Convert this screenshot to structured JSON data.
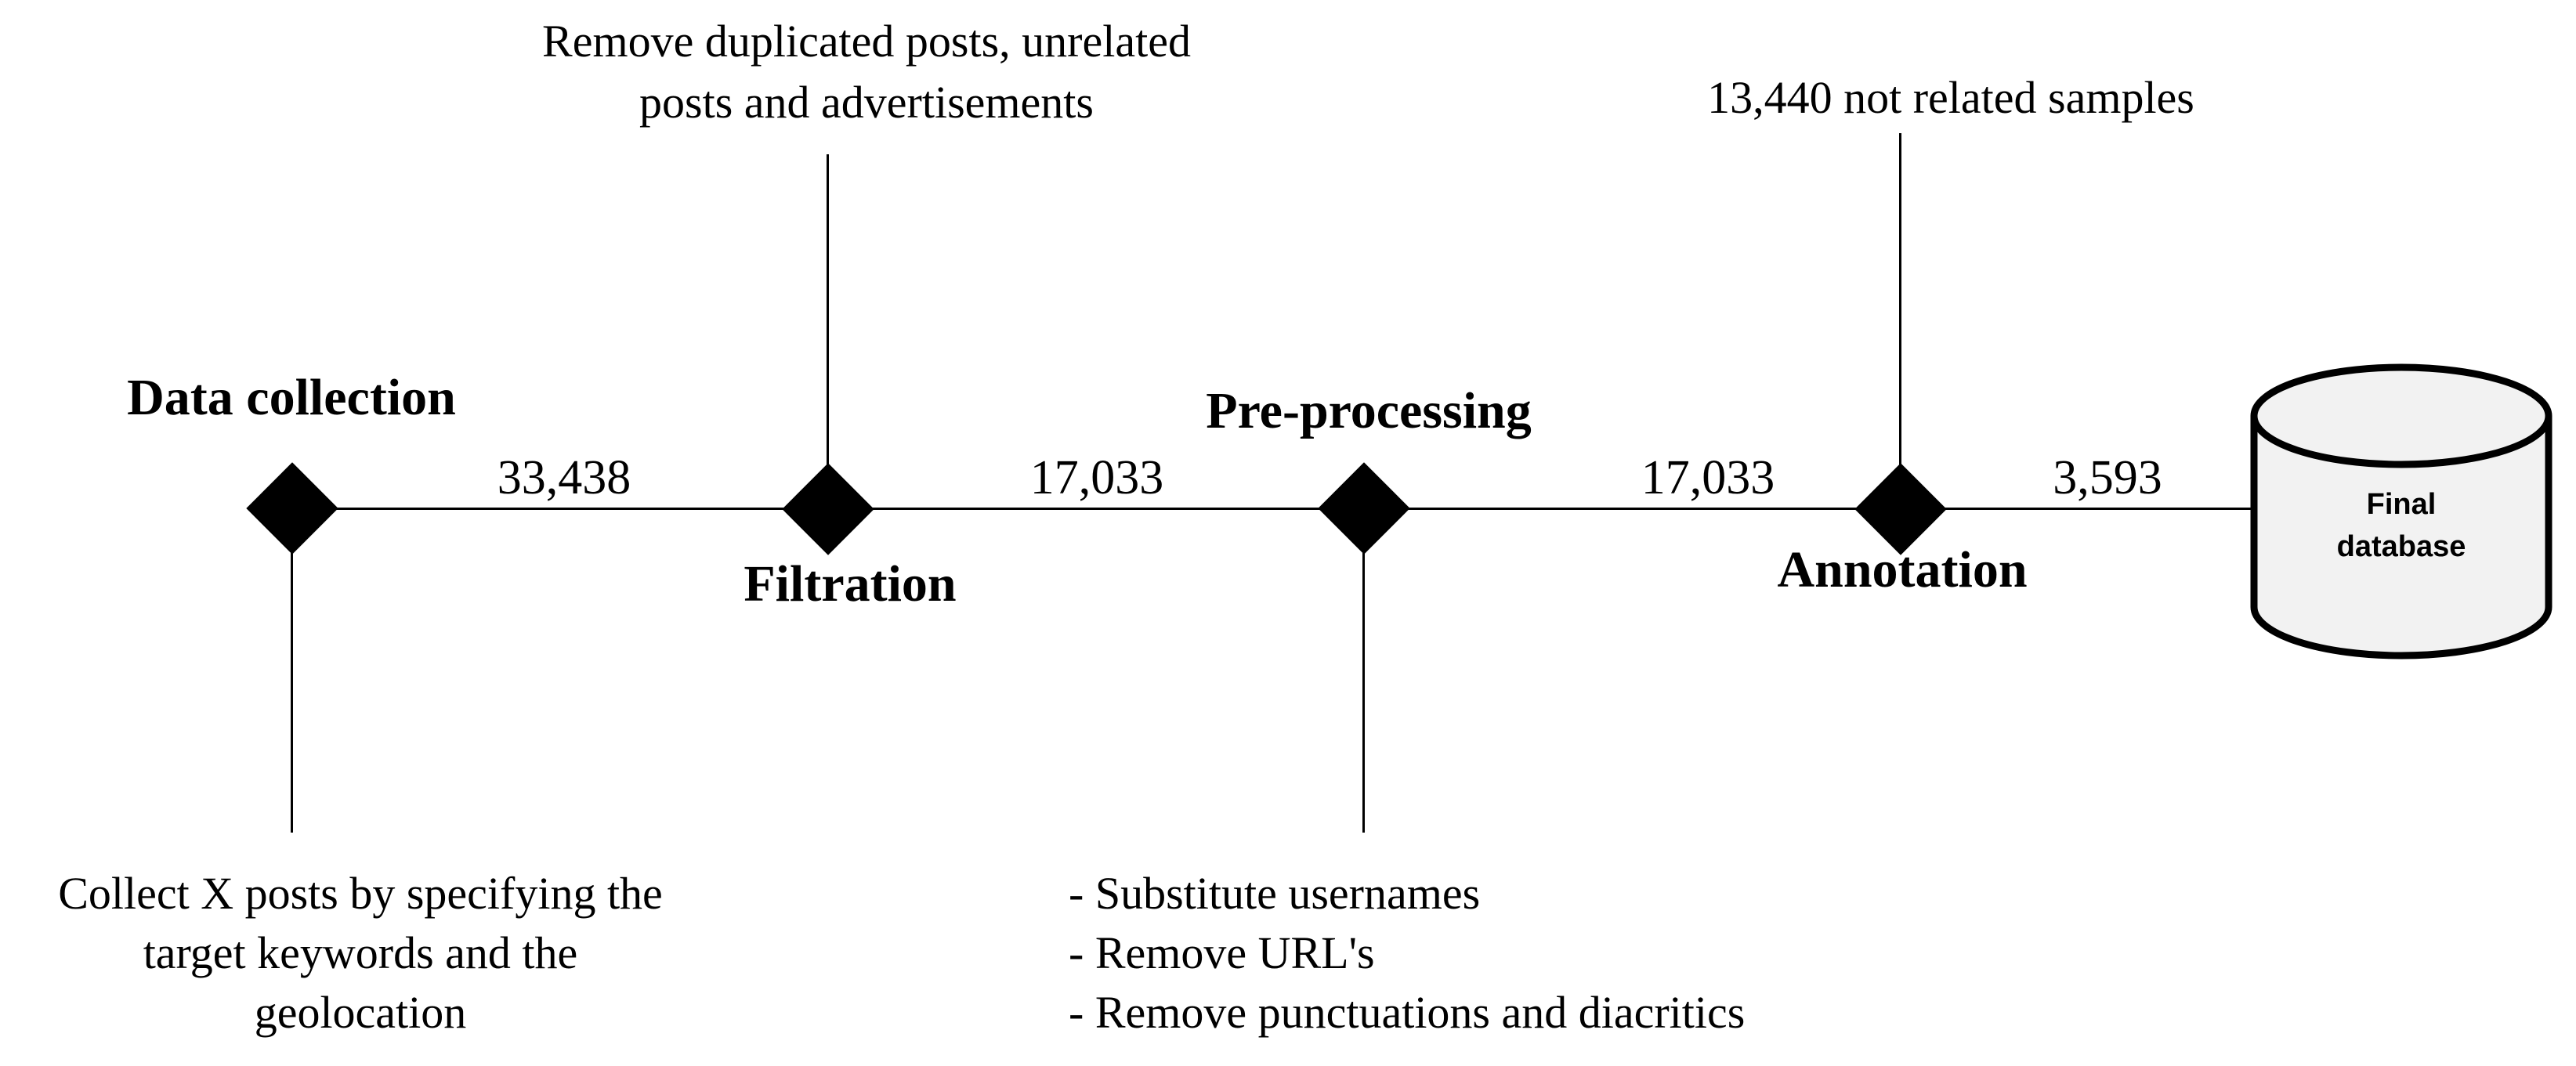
{
  "colors": {
    "background": "#ffffff",
    "line": "#000000",
    "marker": "#000000",
    "cylinder_fill": "#f2f2f2",
    "cylinder_stroke": "#000000"
  },
  "timeline": {
    "stages": [
      {
        "label": "Data collection"
      },
      {
        "label": "Filtration"
      },
      {
        "label": "Pre-processing"
      },
      {
        "label": "Annotation"
      }
    ],
    "counts": [
      "33,438",
      "17,033",
      "17,033",
      "3,593"
    ],
    "database": {
      "line1": "Final",
      "line2": "database"
    }
  },
  "annotations": {
    "filtration_top": [
      "Remove duplicated posts, unrelated",
      "posts and advertisements"
    ],
    "annotation_top": "13,440 not related samples",
    "collection_bottom": [
      "Collect X posts by specifying the",
      "target keywords and the",
      "geolocation"
    ],
    "preprocessing_bottom": [
      "- Substitute usernames",
      "- Remove URL's",
      "- Remove punctuations and diacritics"
    ]
  }
}
